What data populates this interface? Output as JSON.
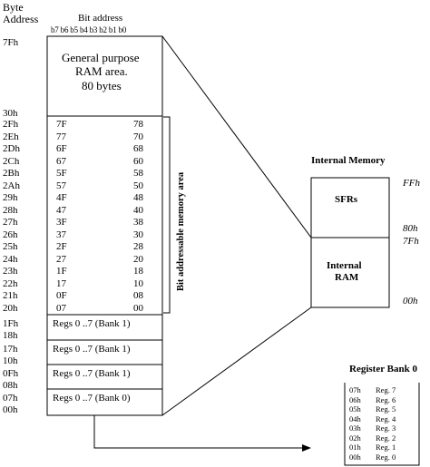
{
  "header": {
    "byte": "Byte",
    "address": "Address",
    "bit_address": "Bit address",
    "bit_labels": "b7 b6 b5 b4 b3 b2 b1 b0"
  },
  "ram_general": {
    "line1": "General purpose",
    "line2": "RAM area.",
    "line3": "80 bytes",
    "top_addr": "7Fh",
    "bottom_addr": "30h"
  },
  "bit_rows": [
    {
      "addr": "2Fh",
      "left": "7F",
      "right": "78"
    },
    {
      "addr": "2Eh",
      "left": "77",
      "right": "70"
    },
    {
      "addr": "2Dh",
      "left": "6F",
      "right": "68"
    },
    {
      "addr": "2Ch",
      "left": "67",
      "right": "60"
    },
    {
      "addr": "2Bh",
      "left": "5F",
      "right": "58"
    },
    {
      "addr": "2Ah",
      "left": "57",
      "right": "50"
    },
    {
      "addr": "29h",
      "left": "4F",
      "right": "48"
    },
    {
      "addr": "28h",
      "left": "47",
      "right": "40"
    },
    {
      "addr": "27h",
      "left": "3F",
      "right": "38"
    },
    {
      "addr": "26h",
      "left": "37",
      "right": "30"
    },
    {
      "addr": "25h",
      "left": "2F",
      "right": "28"
    },
    {
      "addr": "24h",
      "left": "27",
      "right": "20"
    },
    {
      "addr": "23h",
      "left": "1F",
      "right": "18"
    },
    {
      "addr": "22h",
      "left": "17",
      "right": "10"
    },
    {
      "addr": "21h",
      "left": "0F",
      "right": "08"
    },
    {
      "addr": "20h",
      "left": "07",
      "right": "00"
    }
  ],
  "bit_area_label": "Bit addressable memory area",
  "reg_banks": [
    {
      "top": "1Fh",
      "bottom": "18h",
      "label": "Regs 0 ..7 (Bank 1)"
    },
    {
      "top": "17h",
      "bottom": "10h",
      "label": "Regs 0 ..7 (Bank 1)"
    },
    {
      "top": "0Fh",
      "bottom": "08h",
      "label": "Regs 0 ..7 (Bank 1)"
    },
    {
      "top": "07h",
      "bottom": "00h",
      "label": "Regs 0 ..7 (Bank 0)"
    }
  ],
  "internal_memory": {
    "title": "Internal Memory",
    "sfr_label": "SFRs",
    "ram_line1": "Internal",
    "ram_line2": "RAM",
    "addr_ff": "FFh",
    "addr_80": "80h",
    "addr_7f": "7Fh",
    "addr_00": "00h"
  },
  "register_bank": {
    "title": "Register Bank 0",
    "rows": [
      {
        "addr": "07h",
        "reg": "Reg. 7"
      },
      {
        "addr": "06h",
        "reg": "Reg. 6"
      },
      {
        "addr": "05h",
        "reg": "Reg. 5"
      },
      {
        "addr": "04h",
        "reg": "Reg. 4"
      },
      {
        "addr": "03h",
        "reg": "Reg. 3"
      },
      {
        "addr": "02h",
        "reg": "Reg. 2"
      },
      {
        "addr": "01h",
        "reg": "Reg. 1"
      },
      {
        "addr": "00h",
        "reg": "Reg. 0"
      }
    ]
  }
}
